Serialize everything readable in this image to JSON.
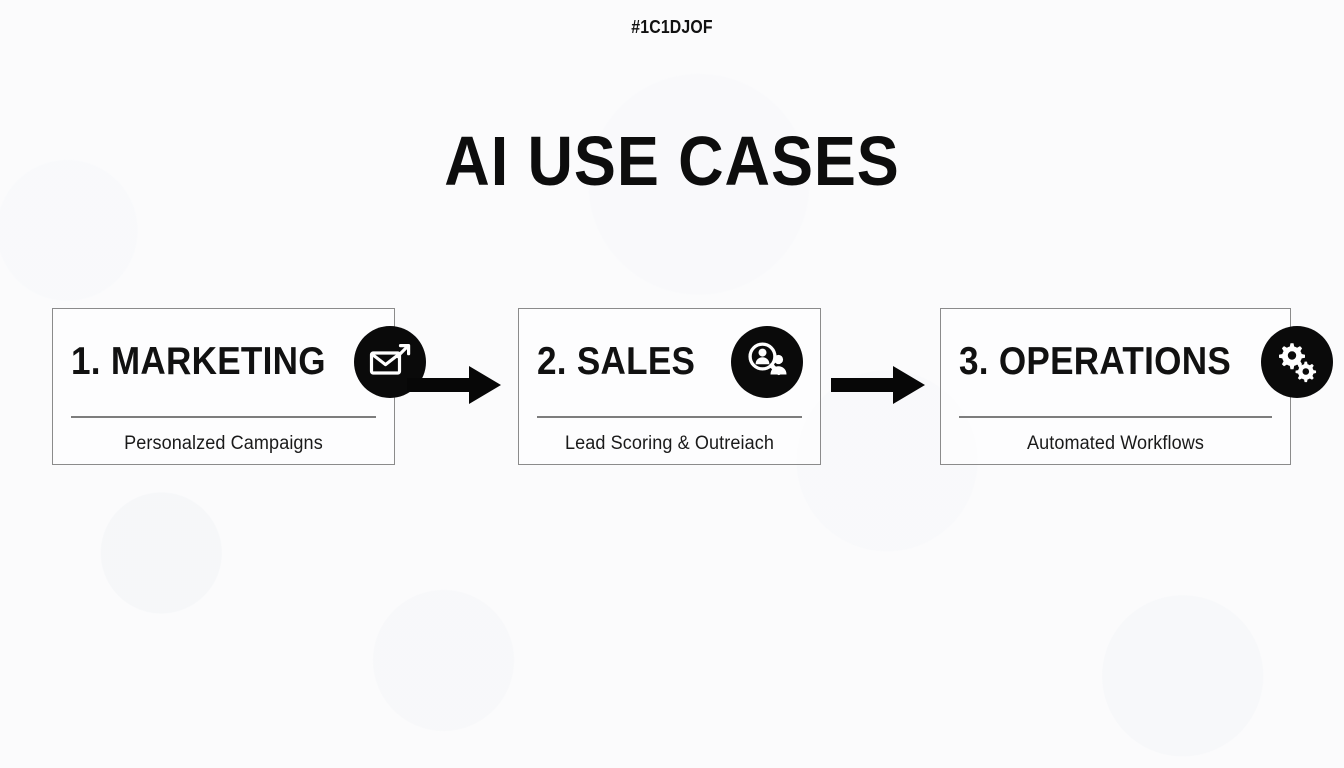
{
  "slide": {
    "header_tag": "#1C1DJOF",
    "title": "AI USE CASES",
    "background_color": "#fbfbfc",
    "accent_color": "#0a0a0a",
    "border_color": "#8b8b8b"
  },
  "cards": [
    {
      "heading": "1. MARKETING",
      "caption": "Personalzed Campaigns",
      "icon": "envelope-send-icon"
    },
    {
      "heading": "2. SALES",
      "caption": "Lead Scoring & Outreiach",
      "icon": "person-search-icon"
    },
    {
      "heading": "3. OPERATIONS",
      "caption": "Automated Workflows",
      "icon": "gears-icon"
    }
  ],
  "connectors": [
    {
      "name": "arrow-right-icon"
    },
    {
      "name": "arrow-right-icon"
    }
  ]
}
